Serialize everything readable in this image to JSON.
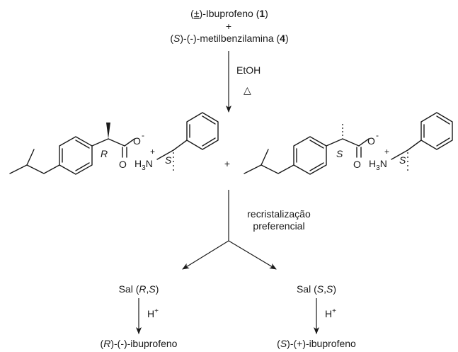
{
  "reactants": {
    "line1": {
      "open": "(",
      "pm": "±",
      "name": ")-Ibuprofeno (",
      "num": "1",
      "close": ")"
    },
    "plus": "+",
    "line2": {
      "open": "(",
      "config": "S",
      "name": ")-(-)-metilbenzilamina (",
      "num": "4",
      "close": ")"
    }
  },
  "step1": {
    "solvent": "EtOH",
    "heat": "△"
  },
  "salts": {
    "left": {
      "stereo": "R",
      "amine_stereo": "S",
      "carboxylate_o": "O",
      "charge": "-",
      "carbonyl_o": "O",
      "ammonium": "H",
      "sub3": "3",
      "n": "N",
      "nplus": "+"
    },
    "plus": "+",
    "right": {
      "stereo": "S",
      "amine_stereo": "S",
      "carboxylate_o": "O",
      "charge": "-",
      "carbonyl_o": "O",
      "ammonium": "H",
      "sub3": "3",
      "n": "N",
      "nplus": "+"
    }
  },
  "step2": {
    "line1": "recristalização",
    "line2": "preferencial"
  },
  "products": {
    "left": {
      "salt": {
        "prefix": "Sal (",
        "a": "R",
        "sep": ",",
        "b": "S",
        "close": ")"
      },
      "reagent": {
        "h": "H",
        "plus": "+"
      },
      "final": {
        "open": "(",
        "config": "R",
        "name": ")-(-)-ibuprofeno"
      }
    },
    "right": {
      "salt": {
        "prefix": "Sal (",
        "a": "S",
        "sep": ",",
        "b": "S",
        "close": ")"
      },
      "reagent": {
        "h": "H",
        "plus": "+"
      },
      "final": {
        "open": "(",
        "config": "S",
        "name": ")-(+)-ibuprofeno"
      }
    }
  }
}
